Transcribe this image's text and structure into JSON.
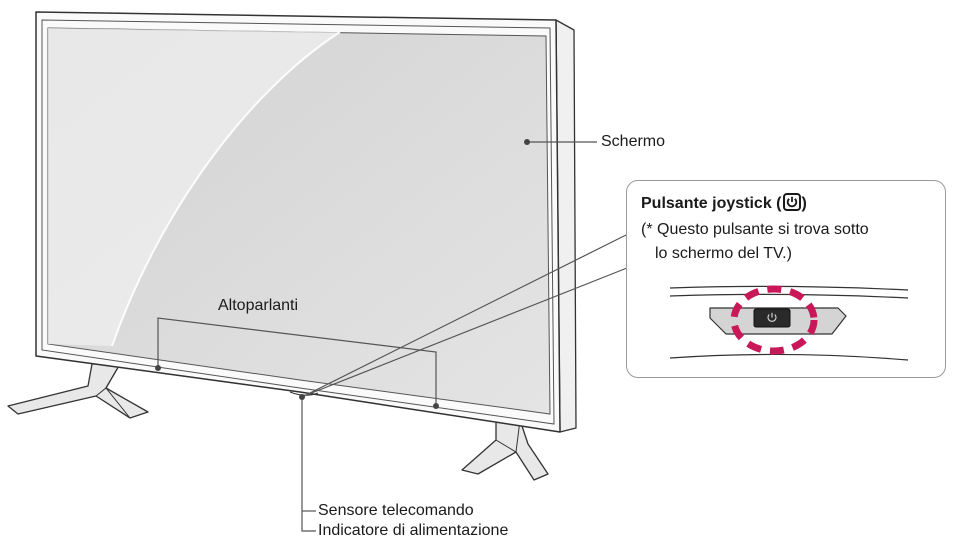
{
  "labels": {
    "screen": "Schermo",
    "speakers": "Altoparlanti",
    "remote_sensor": "Sensore telecomando",
    "power_indicator": "Indicatore di alimentazione"
  },
  "callout": {
    "title": "Pulsante joystick (",
    "title_close": ")",
    "icon": "power-icon",
    "note_line1": "(* Questo pulsante si trova sotto",
    "note_line2": "lo schermo del TV.)"
  },
  "colors": {
    "highlight": "#c8185a",
    "frame": "#555555",
    "glass": "#dcdcdc",
    "stand": "#e6e6e6"
  }
}
